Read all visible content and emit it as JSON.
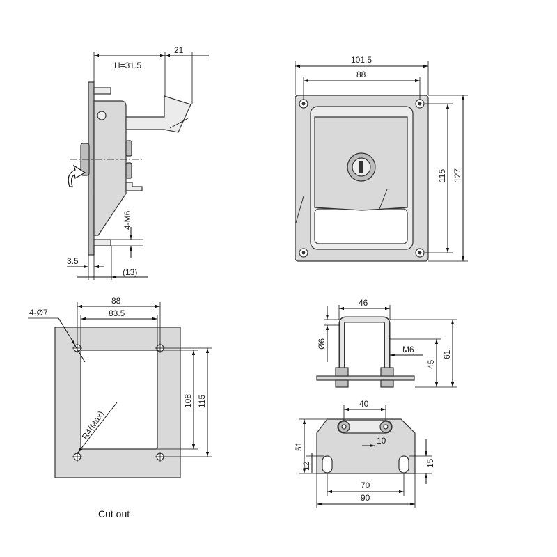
{
  "side_view": {
    "dims": {
      "h": "H=31.5",
      "w21": "21",
      "m6": "4-M6",
      "d35": "3.5",
      "d13": "(13)"
    }
  },
  "front_view": {
    "dims": {
      "w1015": "101.5",
      "w88": "88",
      "h115": "115",
      "h127": "127"
    }
  },
  "cutout_view": {
    "dims": {
      "hole": "4-Ø7",
      "w88": "88",
      "w835": "83.5",
      "h108": "108",
      "h115": "115",
      "radius": "R4(Max)"
    },
    "caption": "Cut out"
  },
  "bracket_view": {
    "dims": {
      "w46": "46",
      "phi6": "Ø6",
      "m6": "M6",
      "h45": "45",
      "h61": "61"
    }
  },
  "plate_view": {
    "dims": {
      "w40": "40",
      "d10": "10",
      "h51": "51",
      "h12": "12",
      "h15": "15",
      "w70": "70",
      "w90": "90"
    }
  },
  "colors": {
    "metal": "#d9d9d9",
    "line": "#111111",
    "background": "#ffffff"
  }
}
